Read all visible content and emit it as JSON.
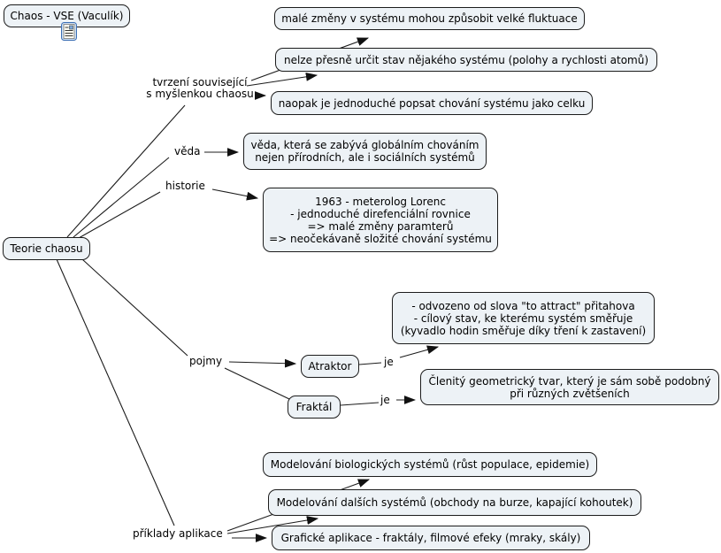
{
  "canvas": {
    "background": "#ffffff"
  },
  "style": {
    "node_fill": "#edf2f6",
    "node_border": "#1c1c1c",
    "line_color": "#1c1c1c"
  },
  "title_node": {
    "label": "Chaos - VSE (Vaculík)",
    "icon": "resource-document-icon"
  },
  "root_node": {
    "label": "Teorie chaosu"
  },
  "linking_phrases": {
    "tvrzeni": "tvrzení související\ns myšlenkou chaosu",
    "veda": "věda",
    "historie": "historie",
    "pojmy": "pojmy",
    "je_atraktor": "je",
    "je_fraktal": "je",
    "priklady": "příklady aplikace"
  },
  "concepts": {
    "fluctuations": "malé změny v systému mohou způsobit velké fluktuace",
    "uncertainty": "nelze přesně určit stav nějakého systému (polohy a rychlosti atomů)",
    "whole_system": "naopak je jednoduché popsat chování systému jako celku",
    "science_def": "věda, která se zabývá globálním chováním\nnejen přírodních, ale i sociálních systémů",
    "history_def": "1963 - meterolog Lorenc\n- jednoduché direfenciální rovnice\n=> malé změny paramterů\n=> neočekávaně složité chování systému",
    "atraktor": "Atraktor",
    "fraktal": "Fraktál",
    "atraktor_def": "- odvozeno od slova \"to attract\" přitahova\n- cílový stav, ke kterému systém směřuje\n(kyvadlo hodin směřuje díky tření k zastavení)",
    "fraktal_def": "Členitý geometrický tvar, který je sám sobě podobný\npři různých zvětšeních",
    "bio_models": "Modelování biologických systémů (růst populace, epidemie)",
    "other_models": "Modelování dalších systémů (obchody na burze, kapající kohoutek)",
    "graphics_apps": "Grafické aplikace - fraktály, filmové efeky (mraky, skály)"
  }
}
